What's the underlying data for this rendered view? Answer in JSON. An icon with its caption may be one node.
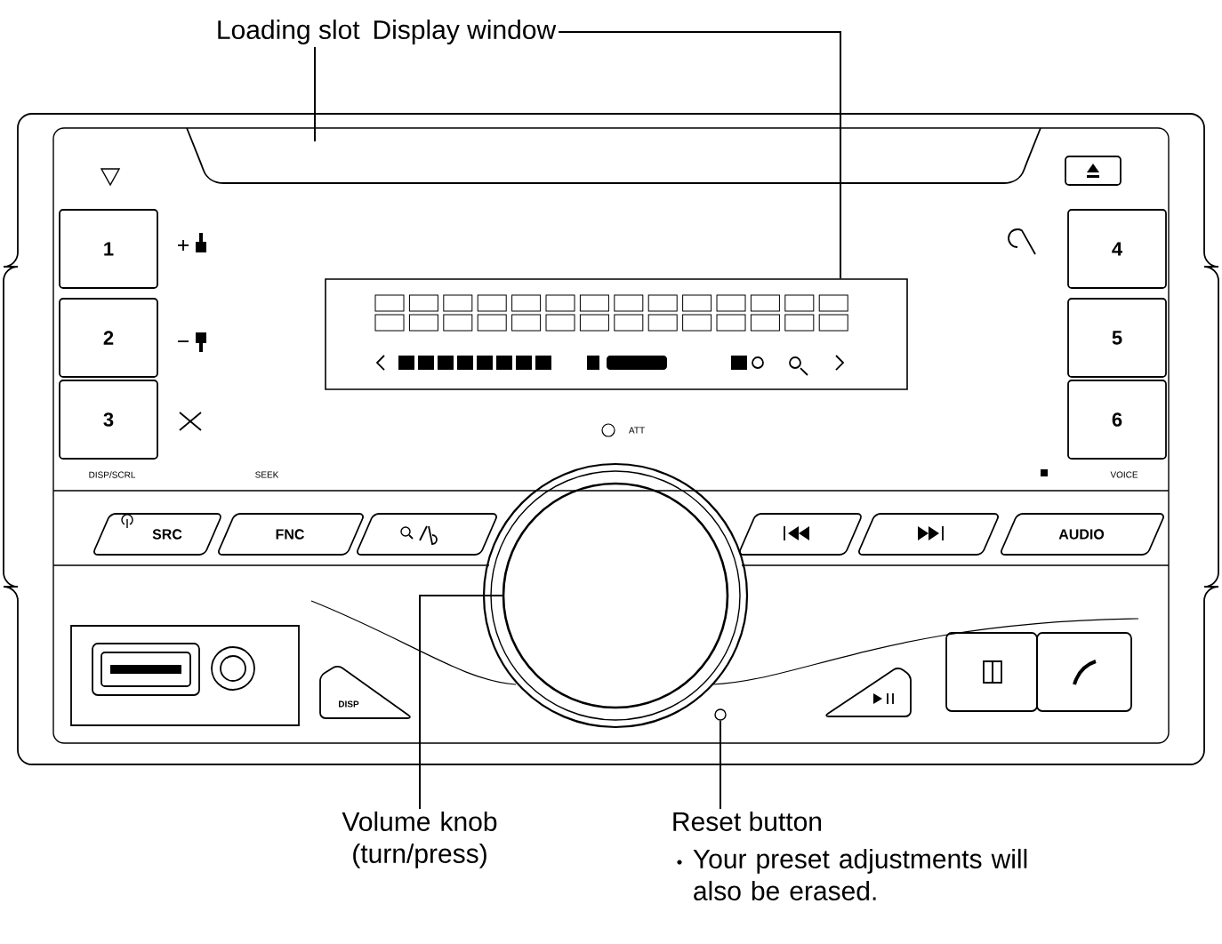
{
  "diagram": {
    "nodes": [
      {
        "text": [
          "Loading slot"
        ]
      },
      {
        "text": [
          "Display window"
        ]
      },
      {
        "text": [],
        "shape": "box"
      },
      {
        "text": [],
        "shape": "box"
      },
      {
        "text": [
          "1"
        ]
      },
      {
        "text": [
          "2"
        ]
      },
      {
        "text": [
          "3"
        ]
      },
      {
        "text": [
          "4"
        ]
      },
      {
        "text": [
          "5"
        ]
      },
      {
        "text": [
          "6"
        ]
      },
      {
        "text": [
          "SRC"
        ]
      },
      {
        "text": [
          "FNC"
        ]
      },
      {
        "text": [
          "AUDIO"
        ]
      },
      {
        "text": [
          "DISP"
        ]
      },
      {
        "text": [],
        "shape": "circle"
      },
      {
        "text": [],
        "shape": "circle"
      },
      {
        "text": [
          "Volume knob (turn/press)"
        ]
      },
      {
        "text": [
          "Reset button"
        ],
        "beside": [
          "Your preset adjustments will also be erased."
        ]
      },
      {
        "text": [],
        "shape": "box"
      },
      {
        "text": [],
        "shape": "box"
      },
      {
        "text": [],
        "shape": "box"
      },
      {
        "text": [],
        "shape": "box"
      },
      {
        "text": [],
        "shape": "box"
      },
      {
        "text": [],
        "shape": "box"
      }
    ],
    "edges": [
      {
        "from": 0,
        "to": 2,
        "arrow": "none"
      },
      {
        "from": 1,
        "to": 3,
        "arrow": "none"
      },
      {
        "from": 16,
        "to": 14,
        "arrow": "none"
      },
      {
        "from": 17,
        "to": 15,
        "arrow": "none"
      }
    ],
    "labels": [
      "DISP/SCRL",
      "SEEK",
      "ATT",
      "VOICE"
    ]
  }
}
